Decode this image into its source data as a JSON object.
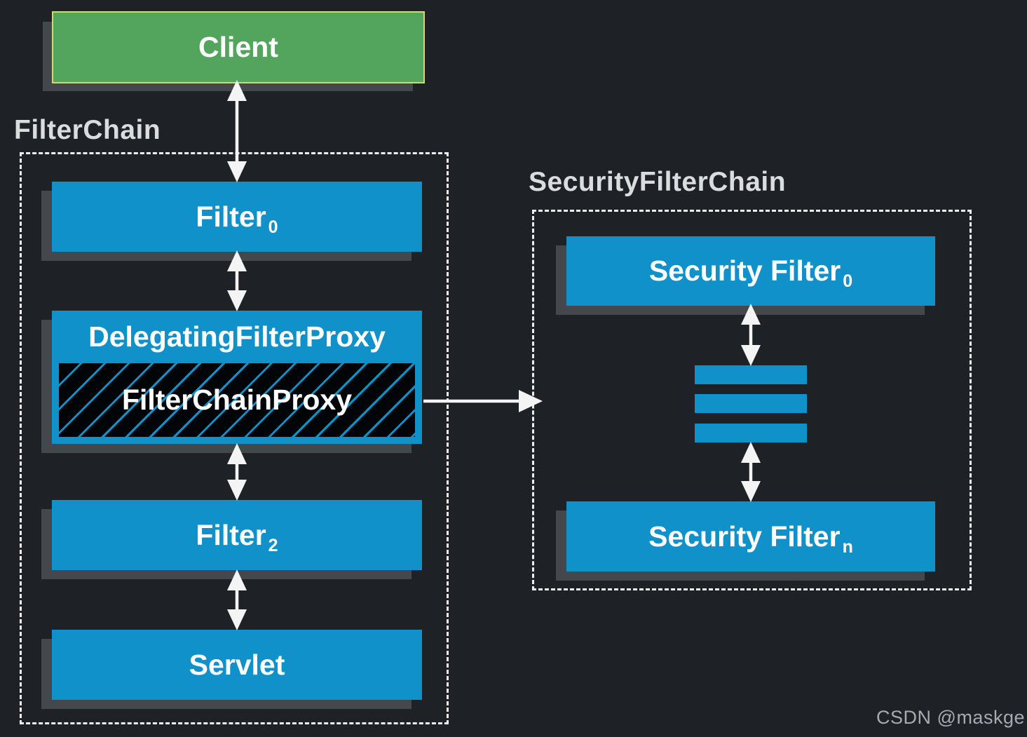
{
  "groups": {
    "filter_chain": {
      "title": "FilterChain"
    },
    "security_filter_chain": {
      "title": "SecurityFilterChain"
    }
  },
  "nodes": {
    "client": {
      "label": "Client"
    },
    "filter0": {
      "label": "Filter",
      "sub": "0"
    },
    "delegating_filter_proxy": {
      "label": "DelegatingFilterProxy"
    },
    "filter_chain_proxy": {
      "label": "FilterChainProxy"
    },
    "filter2": {
      "label": "Filter",
      "sub": "2"
    },
    "servlet": {
      "label": "Servlet"
    },
    "security_filter0": {
      "label": "Security Filter",
      "sub": "0"
    },
    "security_filter_n": {
      "label": "Security Filter",
      "sub": "n"
    }
  },
  "connectors": [
    {
      "from": "client",
      "to": "filter0",
      "style": "double-arrow"
    },
    {
      "from": "filter0",
      "to": "delegating_filter_proxy",
      "style": "double-arrow"
    },
    {
      "from": "delegating_filter_proxy",
      "to": "filter2",
      "style": "double-arrow"
    },
    {
      "from": "filter2",
      "to": "servlet",
      "style": "double-arrow"
    },
    {
      "from": "filter_chain_proxy",
      "to": "security_filter_chain",
      "style": "arrow-right"
    },
    {
      "from": "security_filter0",
      "to": "ellipsis-bars",
      "style": "double-arrow"
    },
    {
      "from": "ellipsis-bars",
      "to": "security_filter_n",
      "style": "double-arrow"
    }
  ],
  "colors": {
    "background": "#1e2126",
    "node_blue": "#1191c9",
    "node_green": "#53a45d",
    "green_border": "#d6d773",
    "shadow": "#44484d",
    "dashed_border": "#efefef",
    "arrow": "#f4f4f4",
    "group_title_text": "#dadcde",
    "node_text": "#ffffff"
  },
  "watermark": "CSDN @maskge"
}
